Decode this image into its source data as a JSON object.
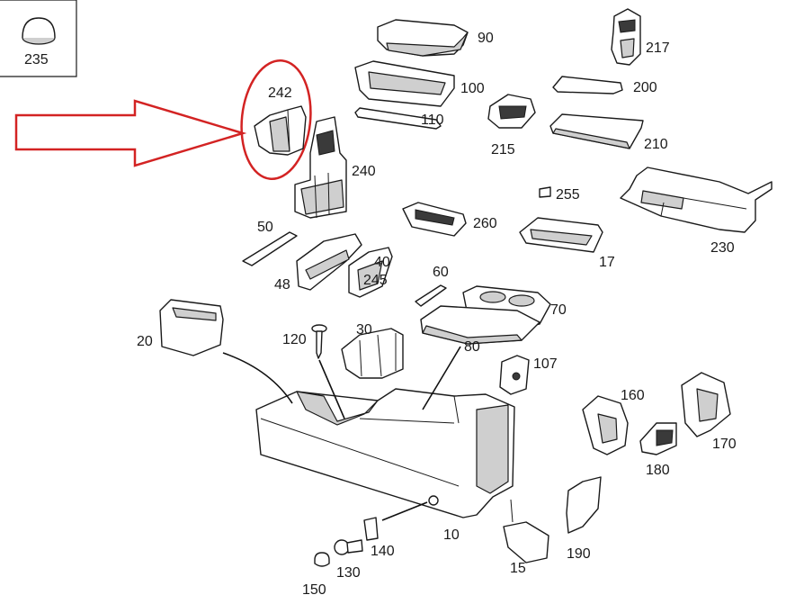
{
  "colors": {
    "highlight": "#d32323",
    "line": "#1a1a1a",
    "part_fill": "#ffffff",
    "part_shade": "#cfcfcf"
  },
  "inset": {
    "label": "235"
  },
  "highlight": {
    "target_part": "242",
    "marker": "arrow-and-ellipse"
  },
  "labels": {
    "p10": "10",
    "p15": "15",
    "p17": "17",
    "p20": "20",
    "p30": "30",
    "p40": "40",
    "p48": "48",
    "p50": "50",
    "p60": "60",
    "p70": "70",
    "p80": "80",
    "p90": "90",
    "p100": "100",
    "p107": "107",
    "p110": "110",
    "p120": "120",
    "p130": "130",
    "p140": "140",
    "p150": "150",
    "p160": "160",
    "p170": "170",
    "p180": "180",
    "p190": "190",
    "p200": "200",
    "p210": "210",
    "p215": "215",
    "p217": "217",
    "p230": "230",
    "p240": "240",
    "p242": "242",
    "p245": "245",
    "p255": "255",
    "p260": "260"
  }
}
